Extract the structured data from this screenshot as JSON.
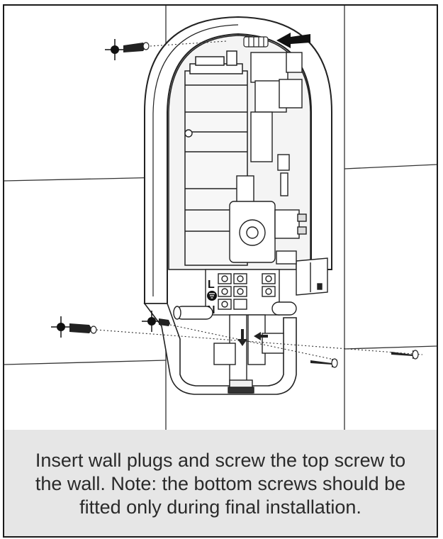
{
  "illustration": {
    "terminal_labels": [
      "L",
      "N"
    ],
    "earth_icon": "earth-ground-icon",
    "fix_icon": "screw-fix-icon",
    "arrow_icon": "push-arrow-icon"
  },
  "caption": {
    "text": "Insert wall plugs and screw the top screw to the wall. Note: the bottom screws should be fitted only during final installation."
  }
}
